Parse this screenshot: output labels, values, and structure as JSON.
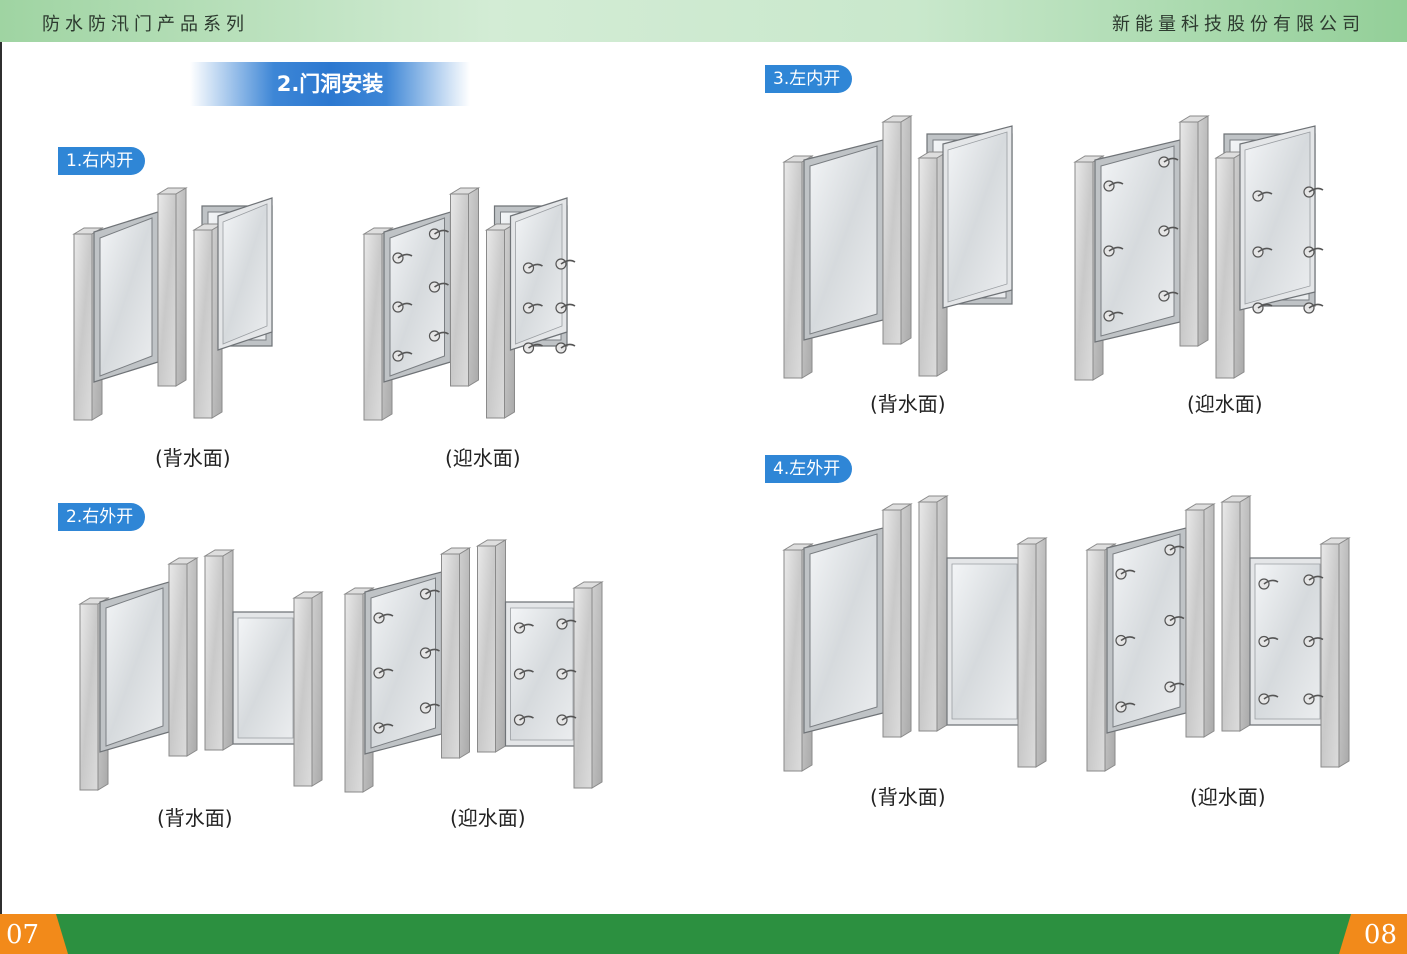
{
  "header": {
    "left_title": "防水防汛门产品系列",
    "right_title": "新能量科技股份有限公司"
  },
  "section_title": "2.门洞安装",
  "groups": [
    {
      "tag": "1.右内开",
      "captions": [
        "(背水面)",
        "(迎水面)"
      ]
    },
    {
      "tag": "2.右外开",
      "captions": [
        "(背水面)",
        "(迎水面)"
      ]
    },
    {
      "tag": "3.左内开",
      "captions": [
        "(背水面)",
        "(迎水面)"
      ]
    },
    {
      "tag": "4.左外开",
      "captions": [
        "(背水面)",
        "(迎水面)"
      ]
    }
  ],
  "footer": {
    "left_page": "07",
    "right_page": "08"
  },
  "colors": {
    "header_green": "#9fd4a2",
    "footer_green": "#2c9040",
    "page_orange": "#f28a1a",
    "tag_blue": "#2f86d6"
  }
}
